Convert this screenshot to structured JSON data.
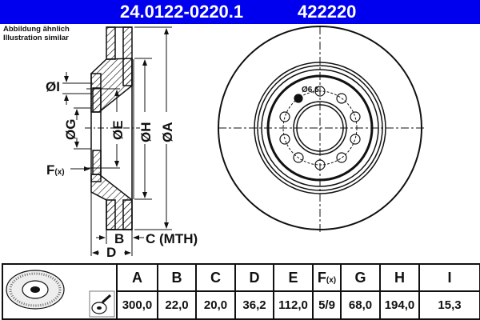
{
  "header": {
    "part_number": "24.0122-0220.1",
    "reference": "422220",
    "background_color": "#0000ee"
  },
  "note": {
    "line1": "Abbildung ähnlich",
    "line2": "Illustration similar"
  },
  "section_view": {
    "labels": {
      "I": "ØI",
      "G": "ØG",
      "E": "ØE",
      "H": "ØH",
      "A": "ØA",
      "F": "F",
      "F_sub": "(x)",
      "B": "B",
      "C": "C (MTH)",
      "D": "D"
    }
  },
  "front_view": {
    "bolt_hole_label": "Ø6,6",
    "bolt_hole_count": 10
  },
  "table": {
    "icons": [
      "brake-disc-illustration",
      "brake-cleaner-spray-icon"
    ],
    "headers": [
      "A",
      "B",
      "C",
      "D",
      "E",
      "F",
      "G",
      "H",
      "I"
    ],
    "f_subscript": "(x)",
    "values": [
      "300,0",
      "22,0",
      "20,0",
      "36,2",
      "112,0",
      "5/9",
      "68,0",
      "194,0",
      "15,3"
    ]
  }
}
